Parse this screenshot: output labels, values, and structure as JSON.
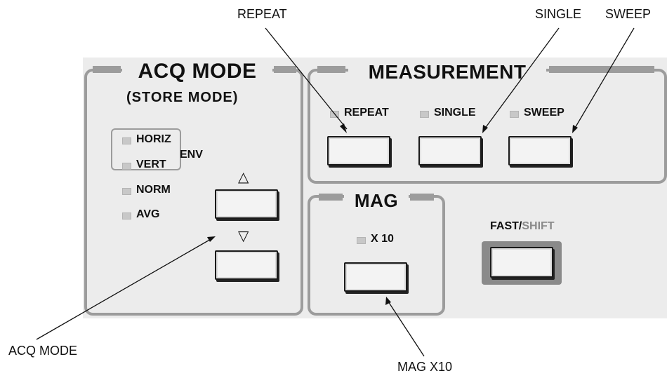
{
  "callouts": {
    "repeat": "REPEAT",
    "single": "SINGLE",
    "sweep": "SWEEP",
    "acq_mode": "ACQ MODE",
    "mag_x10": "MAG X10"
  },
  "acq_section": {
    "title": "ACQ MODE",
    "subtitle": "(STORE MODE)",
    "modes": [
      "HORIZ",
      "VERT",
      "NORM",
      "AVG"
    ],
    "env_label": "ENV",
    "up_arrow": "△",
    "down_arrow": "▽"
  },
  "measurement_section": {
    "title": "MEASUREMENT",
    "buttons": [
      "REPEAT",
      "SINGLE",
      "SWEEP"
    ]
  },
  "mag_section": {
    "title": "MAG",
    "button_label": "X 10"
  },
  "fast_shift": {
    "fast": "FAST",
    "slash": "/",
    "shift": "SHIFT"
  },
  "colors": {
    "panel": "#ececec",
    "frame": "#9c9c9c",
    "shift_text": "#8a8a8a"
  }
}
